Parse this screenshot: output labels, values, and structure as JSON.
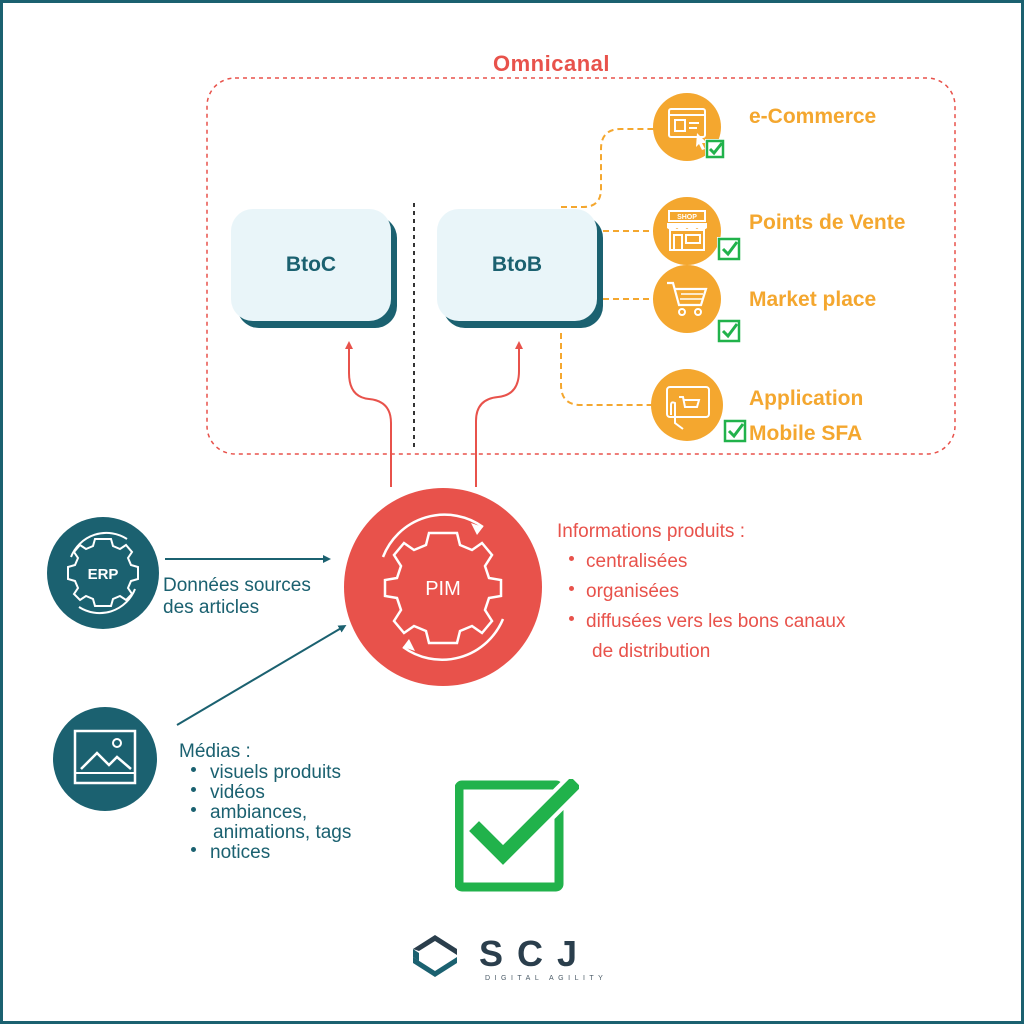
{
  "title": "Omnicanal",
  "segments": {
    "btoc": "BtoC",
    "btob": "BtoB"
  },
  "channels": [
    {
      "label": "e-Commerce",
      "icon": "ecommerce-icon",
      "checked": true
    },
    {
      "label": "Points de Vente",
      "icon": "shop-icon",
      "shop_sign": "SHOP",
      "checked": true
    },
    {
      "label": "Market place",
      "icon": "cart-icon",
      "checked": true
    },
    {
      "label_line1": "Application",
      "label_line2": "Mobile SFA",
      "icon": "mobile-app-icon",
      "checked": true
    }
  ],
  "pim": {
    "label": "PIM"
  },
  "erp": {
    "label": "ERP"
  },
  "sources": {
    "line1": "Données sources",
    "line2": "des articles"
  },
  "info": {
    "title": "Informations produits :",
    "items": [
      "centralisées",
      "organisées",
      "diffusées vers les bons canaux"
    ],
    "item3_cont": "de distribution"
  },
  "media": {
    "title": "Médias :",
    "items": [
      "visuels produits",
      "vidéos",
      "ambiances,"
    ],
    "item3_cont": "animations, tags",
    "last": "notices"
  },
  "logo": {
    "name": "SCJ",
    "tagline": "DIGITAL AGILITY"
  },
  "colors": {
    "teal": "#1b6170",
    "red": "#e8524b",
    "orange": "#f4a72f",
    "green": "#21b24b",
    "light_blue": "#e9f5f9"
  }
}
